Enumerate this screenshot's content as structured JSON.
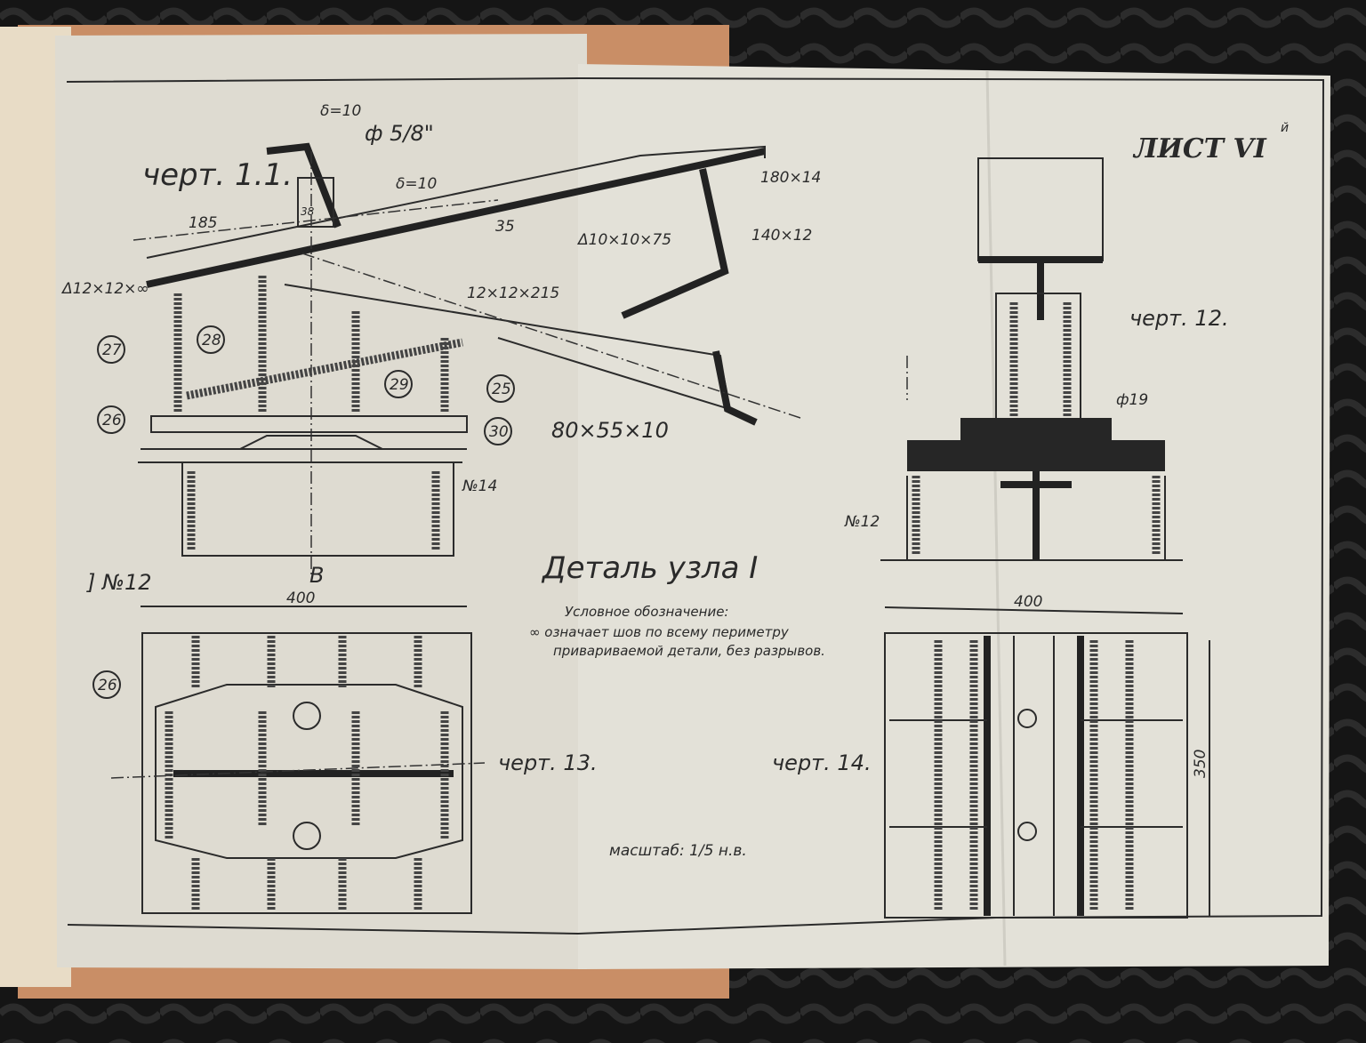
{
  "sheet": {
    "sheet_label": "ЛИСТ VI",
    "sheet_suffix": "й",
    "title": "Деталь узла I",
    "legend_heading": "Условное обозначение:",
    "legend_line1": "∞ означает шов по всему периметру",
    "legend_line2": "привариваемой детали, без разрывов.",
    "scale": "масштаб: 1/5 н.в."
  },
  "drawing_11": {
    "caption": "черт. 1.1.",
    "delta_top": "δ=10",
    "bolt": "ф 5/8\"",
    "delta_side": "δ=10",
    "dim_185": "185",
    "dim_38": "38",
    "dim_35": "35",
    "plate_180": "180×14",
    "plate_140": "140×12",
    "weld_10": "Δ10×10×75",
    "weld_12_inf": "Δ12×12×∞",
    "weld_12_215": "12×12×215",
    "angle": "80×55×10",
    "channel_14": "№14",
    "channel_12": "] №12",
    "section_b": "B",
    "callouts": [
      "27",
      "28",
      "29",
      "25",
      "26",
      "30"
    ]
  },
  "drawing_13": {
    "caption": "черт. 13.",
    "dim_400": "400",
    "callout": "26"
  },
  "drawing_12": {
    "caption": "черт. 12.",
    "bolt": "ф19",
    "channel": "№12"
  },
  "drawing_14": {
    "caption": "черт. 14.",
    "dim_400": "400",
    "dim_350": "350"
  }
}
